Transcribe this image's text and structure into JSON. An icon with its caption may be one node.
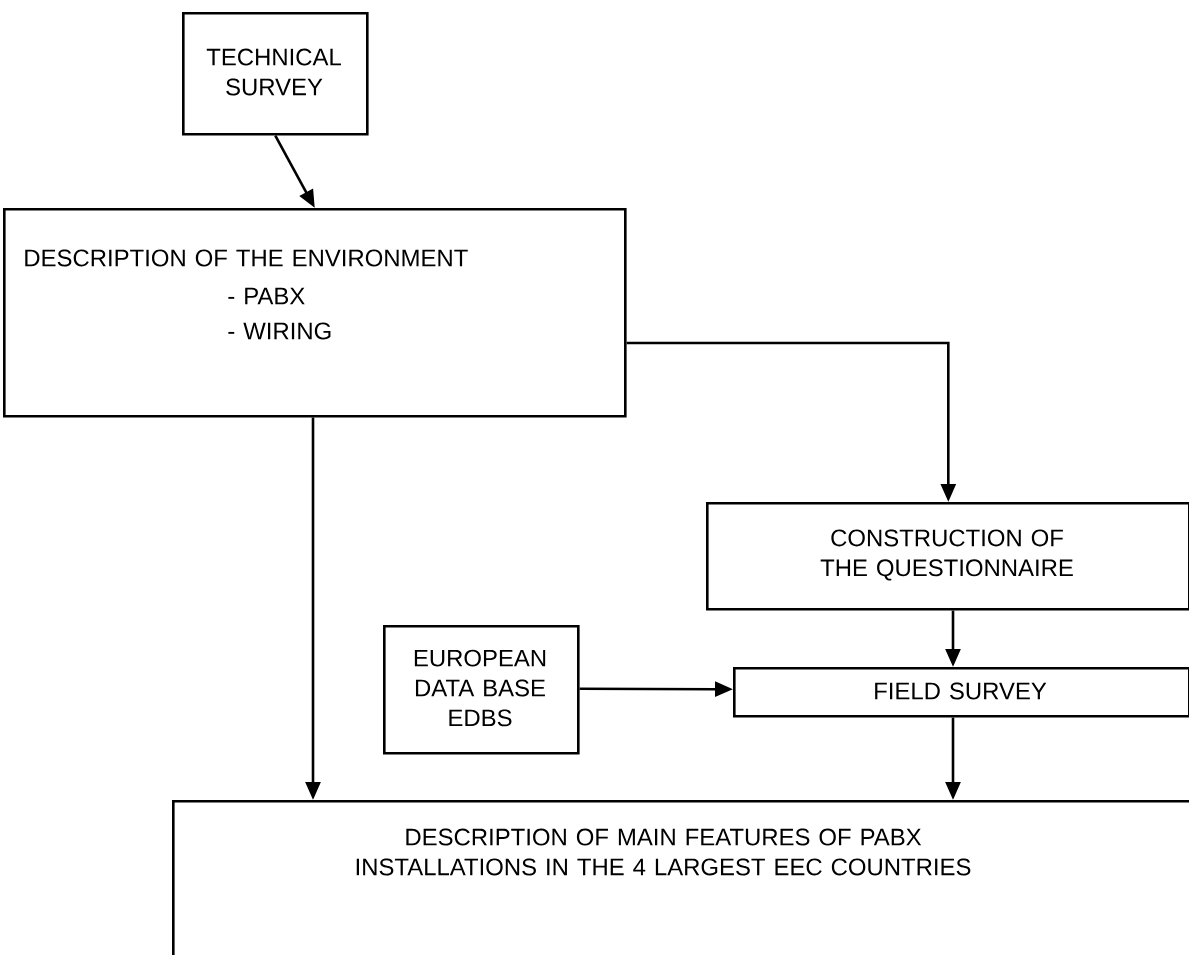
{
  "diagram": {
    "nodes": [
      {
        "text": [
          "TECHNICAL SURVEY"
        ]
      },
      {
        "text": [
          "DESCRIPTION OF THE ENVIRONMENT",
          "- PABX",
          "- WIRING"
        ]
      },
      {
        "text": [
          "CONSTRUCTION OF THE QUESTIONNAIRE"
        ]
      },
      {
        "text": [
          "EUROPEAN DATA BASE EDBS"
        ]
      },
      {
        "text": [
          "FIELD SURVEY"
        ]
      },
      {
        "text": [
          "DESCRIPTION OF MAIN FEATURES OF PABX INSTALLATIONS IN THE 4 LARGEST EEC COUNTRIES"
        ]
      }
    ],
    "edges": [
      {
        "from": 0,
        "to": 1,
        "arrow": "to"
      },
      {
        "from": 1,
        "to": 2,
        "arrow": "to"
      },
      {
        "from": 1,
        "to": 5,
        "arrow": "to"
      },
      {
        "from": 2,
        "to": 4,
        "arrow": "to"
      },
      {
        "from": 3,
        "to": 4,
        "arrow": "to"
      },
      {
        "from": 4,
        "to": 5,
        "arrow": "to"
      }
    ]
  }
}
